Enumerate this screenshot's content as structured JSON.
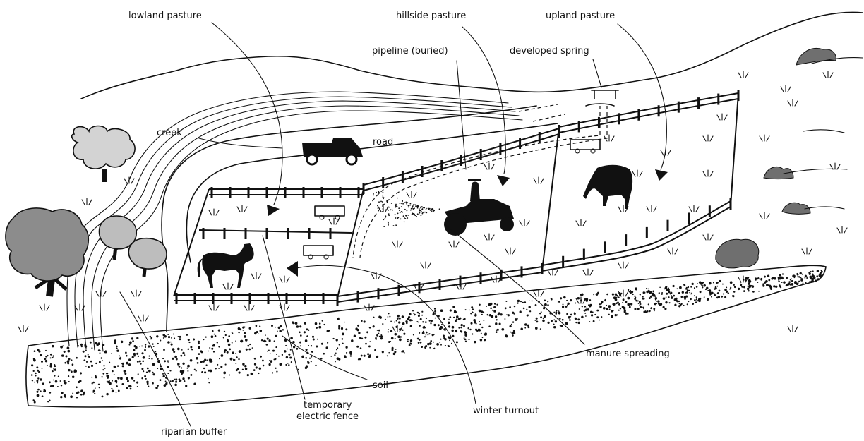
{
  "labels": {
    "lowland_pasture": "lowland pasture",
    "hillside_pasture": "hillside pasture",
    "upland_pasture": "upland pasture",
    "pipeline": "pipeline (buried)",
    "developed_spring": "developed spring",
    "creek": "creek",
    "road": "road",
    "manure_spreading": "manure spreading",
    "soil": "soil",
    "temporary_fence_line1": "temporary",
    "temporary_fence_line2": "electric fence",
    "winter_turnout": "winter turnout",
    "riparian_buffer": "riparian buffer"
  },
  "colors": {
    "ink": "#111111",
    "tree_light": "#d3d3d3",
    "tree_mid": "#bdbdbd",
    "tree_dark": "#8c8c8c",
    "rock": "#6f6f6f"
  }
}
